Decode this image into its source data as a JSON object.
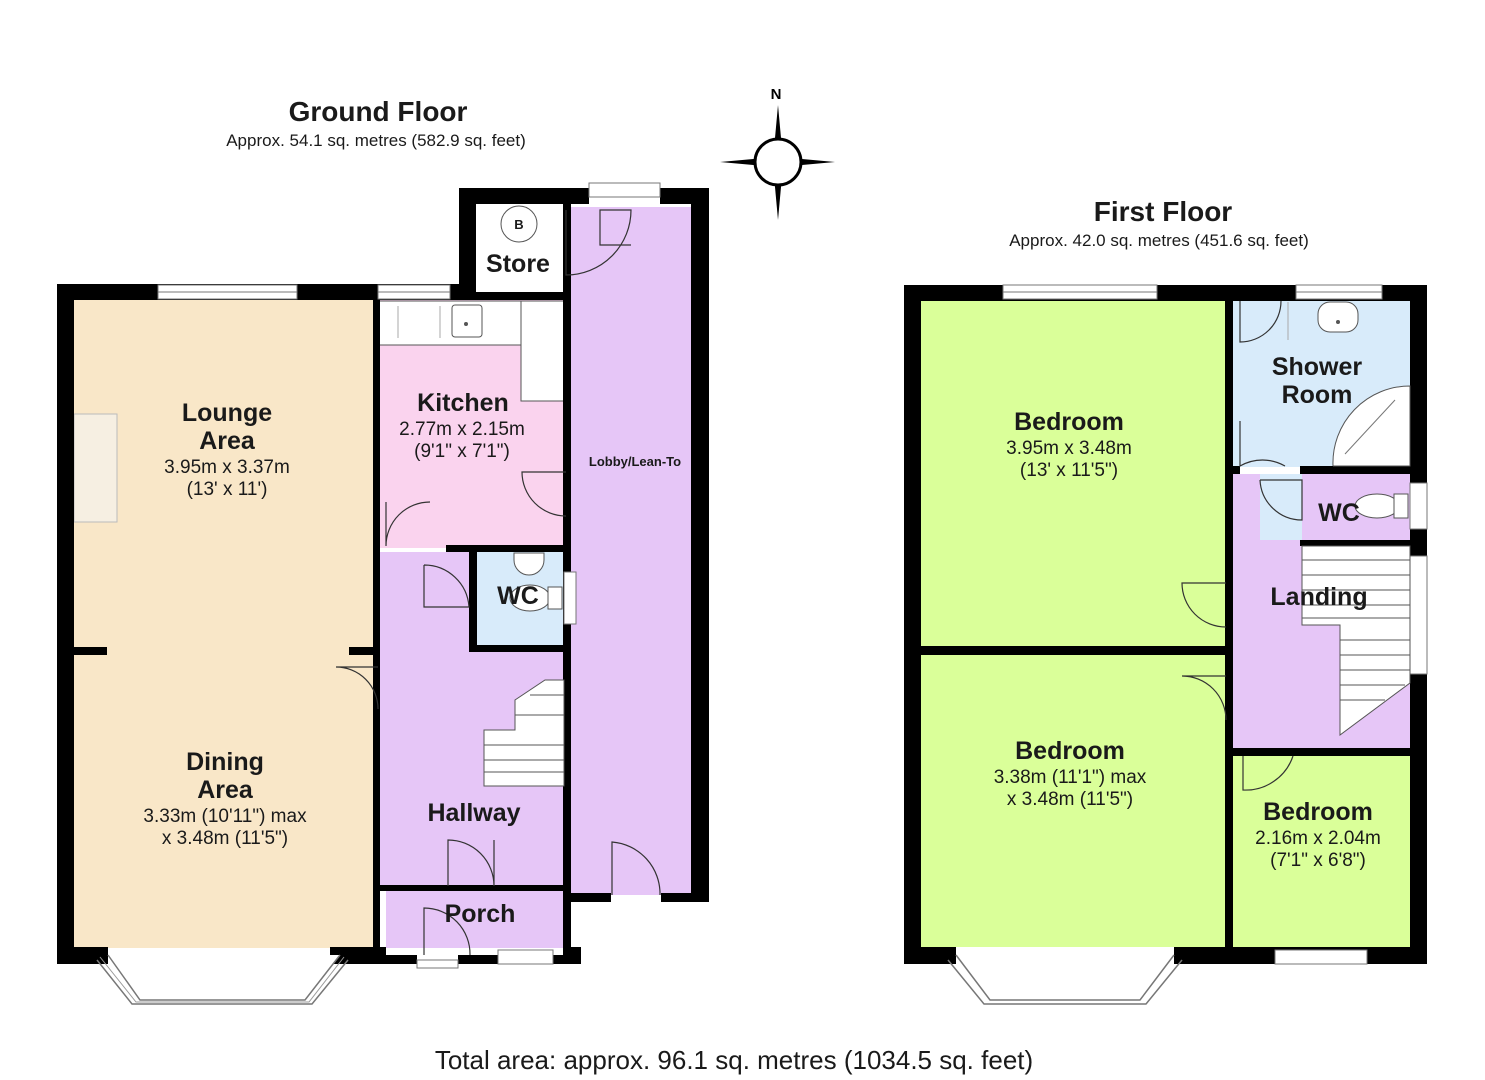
{
  "ground_floor": {
    "title": "Ground Floor",
    "area": "Approx. 54.1 sq. metres (582.9 sq. feet)",
    "rooms": {
      "lounge": {
        "name1": "Lounge",
        "name2": "Area",
        "dim1": "3.95m x 3.37m",
        "dim2": "(13' x 11')"
      },
      "dining": {
        "name1": "Dining",
        "name2": "Area",
        "dim1": "3.33m (10'11\") max",
        "dim2": "x 3.48m (11'5\")"
      },
      "kitchen": {
        "name": "Kitchen",
        "dim1": "2.77m x 2.15m",
        "dim2": "(9'1\" x 7'1\")"
      },
      "store": {
        "name": "Store",
        "boiler": "B"
      },
      "wc": {
        "name": "WC"
      },
      "hallway": {
        "name": "Hallway"
      },
      "porch": {
        "name": "Porch"
      },
      "lobby": {
        "name": "Lobby/Lean-To"
      }
    }
  },
  "first_floor": {
    "title": "First Floor",
    "area": "Approx. 42.0 sq. metres (451.6 sq. feet)",
    "rooms": {
      "bedroom1": {
        "name": "Bedroom",
        "dim1": "3.95m x 3.48m",
        "dim2": "(13' x 11'5\")"
      },
      "bedroom2": {
        "name": "Bedroom",
        "dim1": "3.38m (11'1\") max",
        "dim2": "x 3.48m (11'5\")"
      },
      "bedroom3": {
        "name": "Bedroom",
        "dim1": "2.16m x 2.04m",
        "dim2": "(7'1\" x 6'8\")"
      },
      "shower": {
        "name1": "Shower",
        "name2": "Room"
      },
      "wc": {
        "name": "WC"
      },
      "landing": {
        "name": "Landing"
      }
    }
  },
  "compass": {
    "label": "N"
  },
  "total_area": "Total area: approx. 96.1 sq. metres (1034.5 sq. feet)",
  "colors": {
    "lounge": "#f9e7c8",
    "circulation": "#e6c6f7",
    "kitchen": "#fad3ee",
    "wet_rooms": "#d8ebfa",
    "bedroom": "#daff99",
    "walls": "#000000"
  }
}
